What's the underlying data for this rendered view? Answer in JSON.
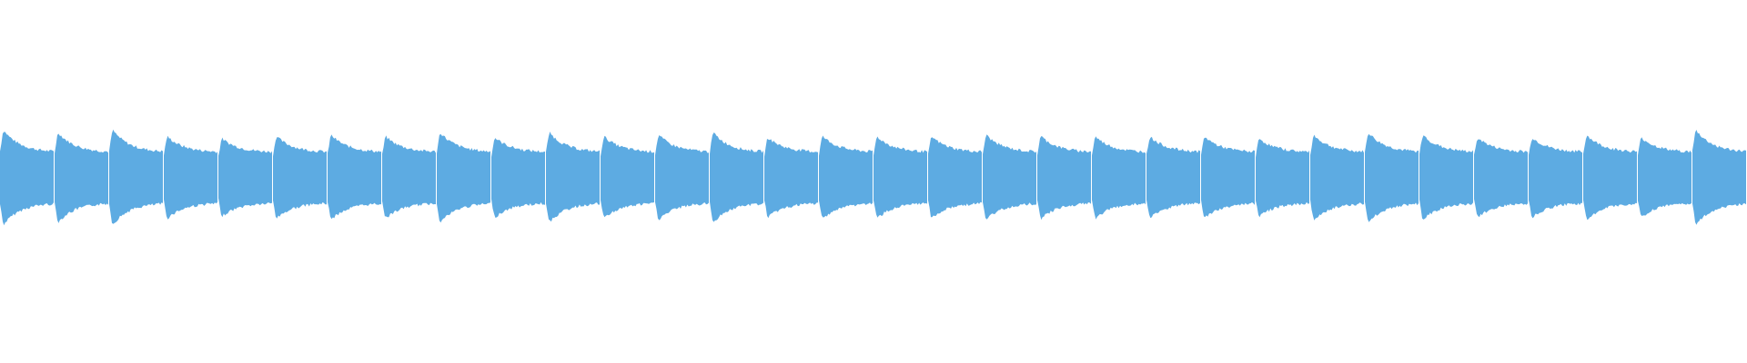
{
  "waveform": {
    "color": "#5dabe2",
    "background": "#ffffff",
    "pulse_count": 32,
    "attack_amplitude": 0.9,
    "sustain_amplitude": 0.5,
    "attack_peaks": [
      0.95,
      0.9,
      0.95,
      0.82,
      0.78,
      0.82,
      0.85,
      0.82,
      0.9,
      0.8,
      0.9,
      0.82,
      0.85,
      0.9,
      0.8,
      0.83,
      0.82,
      0.82,
      0.85,
      0.83,
      0.82,
      0.82,
      0.82,
      0.78,
      0.85,
      0.9,
      0.85,
      0.8,
      0.8,
      0.85,
      0.8,
      0.95
    ]
  }
}
